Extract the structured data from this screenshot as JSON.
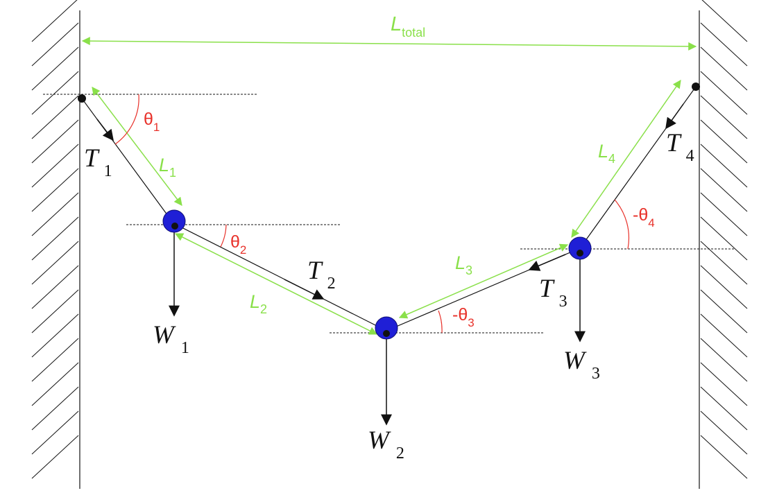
{
  "colors": {
    "length_arrow": "#8ae04a",
    "angle": "#e8312a",
    "mass": "#1f1fd6",
    "ink": "#111111"
  },
  "labels": {
    "total_length": {
      "main": "L",
      "sub": "total"
    },
    "lengths": [
      {
        "main": "L",
        "sub": "1"
      },
      {
        "main": "L",
        "sub": "2"
      },
      {
        "main": "L",
        "sub": "3"
      },
      {
        "main": "L",
        "sub": "4"
      }
    ],
    "angles": [
      {
        "main": "θ",
        "sub": "1"
      },
      {
        "main": "θ",
        "sub": "2"
      },
      {
        "main": "-θ",
        "sub": "3"
      },
      {
        "main": "-θ",
        "sub": "4"
      }
    ],
    "tensions": [
      {
        "main": "T",
        "sub": "1"
      },
      {
        "main": "T",
        "sub": "2"
      },
      {
        "main": "T",
        "sub": "3"
      },
      {
        "main": "T",
        "sub": "4"
      }
    ],
    "weights": [
      {
        "main": "W",
        "sub": "1"
      },
      {
        "main": "W",
        "sub": "2"
      },
      {
        "main": "W",
        "sub": "3"
      }
    ]
  }
}
